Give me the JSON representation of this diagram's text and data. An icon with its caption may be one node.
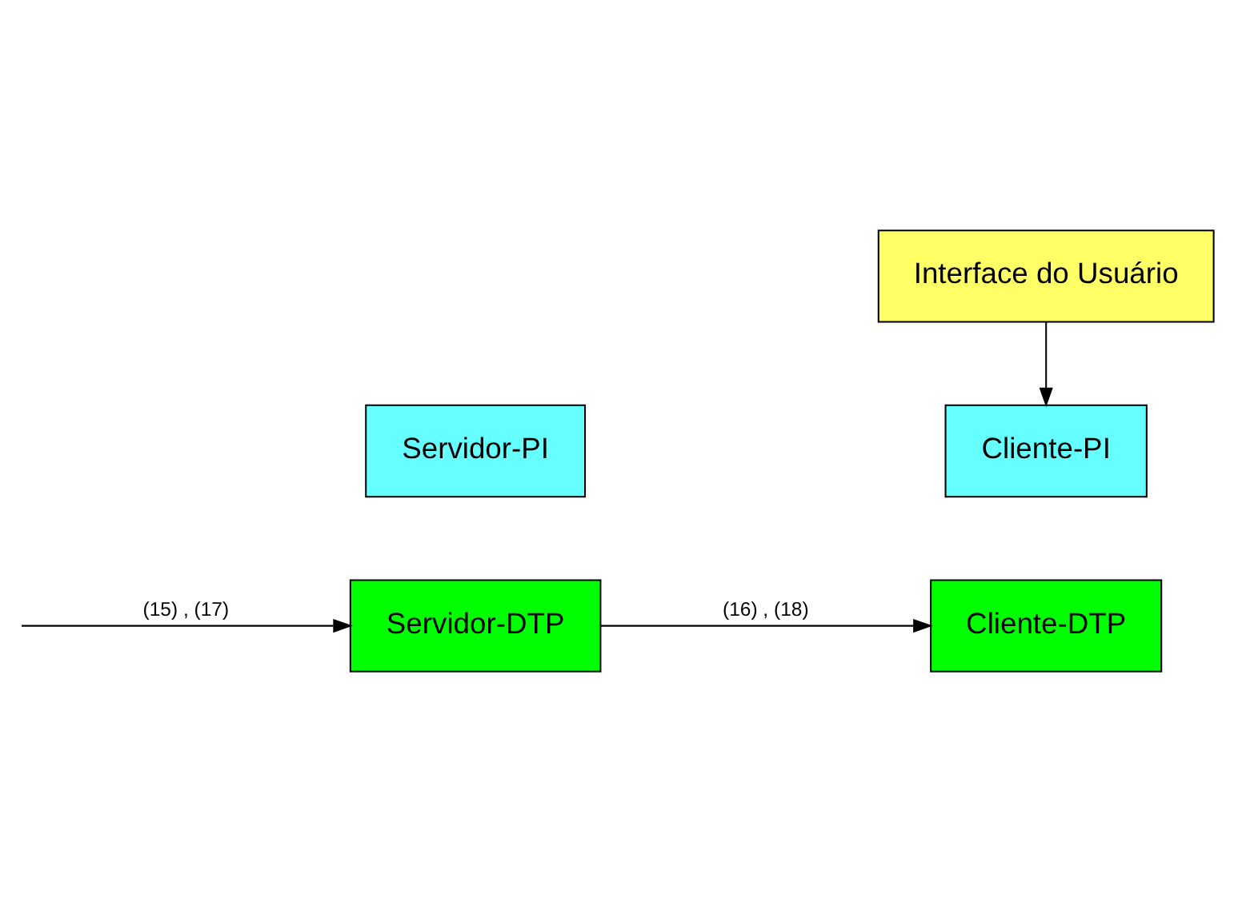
{
  "diagram": {
    "nodes": [
      {
        "text": [
          "Interface do Usuário"
        ]
      },
      {
        "text": [
          "Cliente-PI"
        ]
      },
      {
        "text": [
          "Servidor-PI"
        ]
      },
      {
        "text": [
          "Cliente-DTP"
        ]
      },
      {
        "text": [
          "Servidor-DTP"
        ]
      }
    ],
    "edges": [
      {
        "from": 0,
        "to": 1,
        "arrow": "to"
      },
      {
        "from": null,
        "to": 4,
        "label": "(15) , (17)",
        "arrow": "to"
      },
      {
        "from": 4,
        "to": 3,
        "label": "(16) , (18)",
        "arrow": "to"
      }
    ]
  }
}
